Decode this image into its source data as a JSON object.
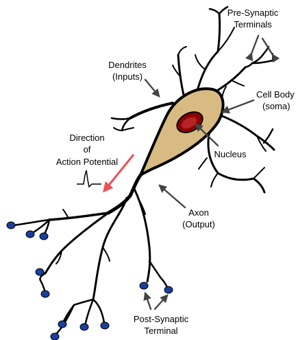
{
  "labels": {
    "pre_synaptic": [
      "Pre-Synaptic",
      "Terminals"
    ],
    "dendrites": [
      "Dendrites",
      "(Inputs)"
    ],
    "cell_body": [
      "Cell Body",
      "(soma)"
    ],
    "direction": [
      "Direction",
      "of",
      "Action Potential"
    ],
    "nucleus": "Nucleus",
    "axon": [
      "Axon",
      "(Output)"
    ],
    "post_synaptic": [
      "Post-Synaptic",
      "Terminal"
    ]
  },
  "colors": {
    "soma_fill": "#d8bb82",
    "nucleus_outer": "#8b0000",
    "nucleus_inner": "#b32424",
    "terminal_bouton": "#1a3f9c",
    "direction_arrow": "#ef4e55",
    "label_arrow": "#444444"
  },
  "icons": {
    "action_potential": "action-potential-spike-icon"
  }
}
